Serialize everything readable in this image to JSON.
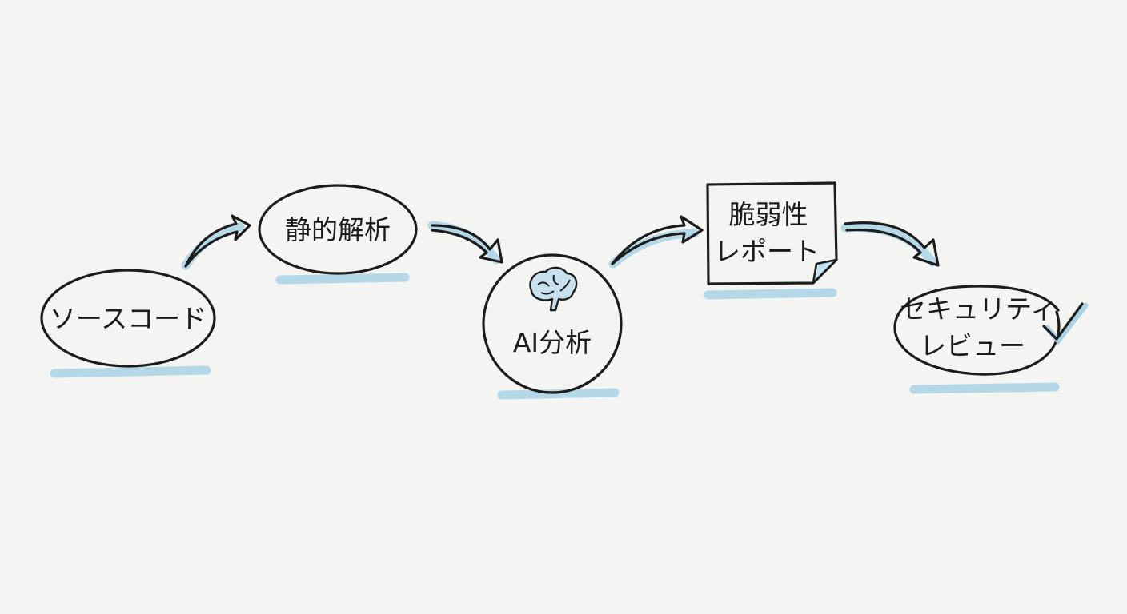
{
  "steps": [
    {
      "id": "source",
      "label": "ソースコード"
    },
    {
      "id": "static",
      "label": "静的解析"
    },
    {
      "id": "ai",
      "label": "AI分析",
      "icon": "brain-icon"
    },
    {
      "id": "report",
      "line1": "脆弱性",
      "line2": "レポート"
    },
    {
      "id": "review",
      "line1": "セキュリティ",
      "line2": "レビュー",
      "icon": "check-icon"
    }
  ],
  "colors": {
    "ink": "#1c1c1c",
    "highlight": "#a9d2e6",
    "paper": "#f4f4f2"
  }
}
